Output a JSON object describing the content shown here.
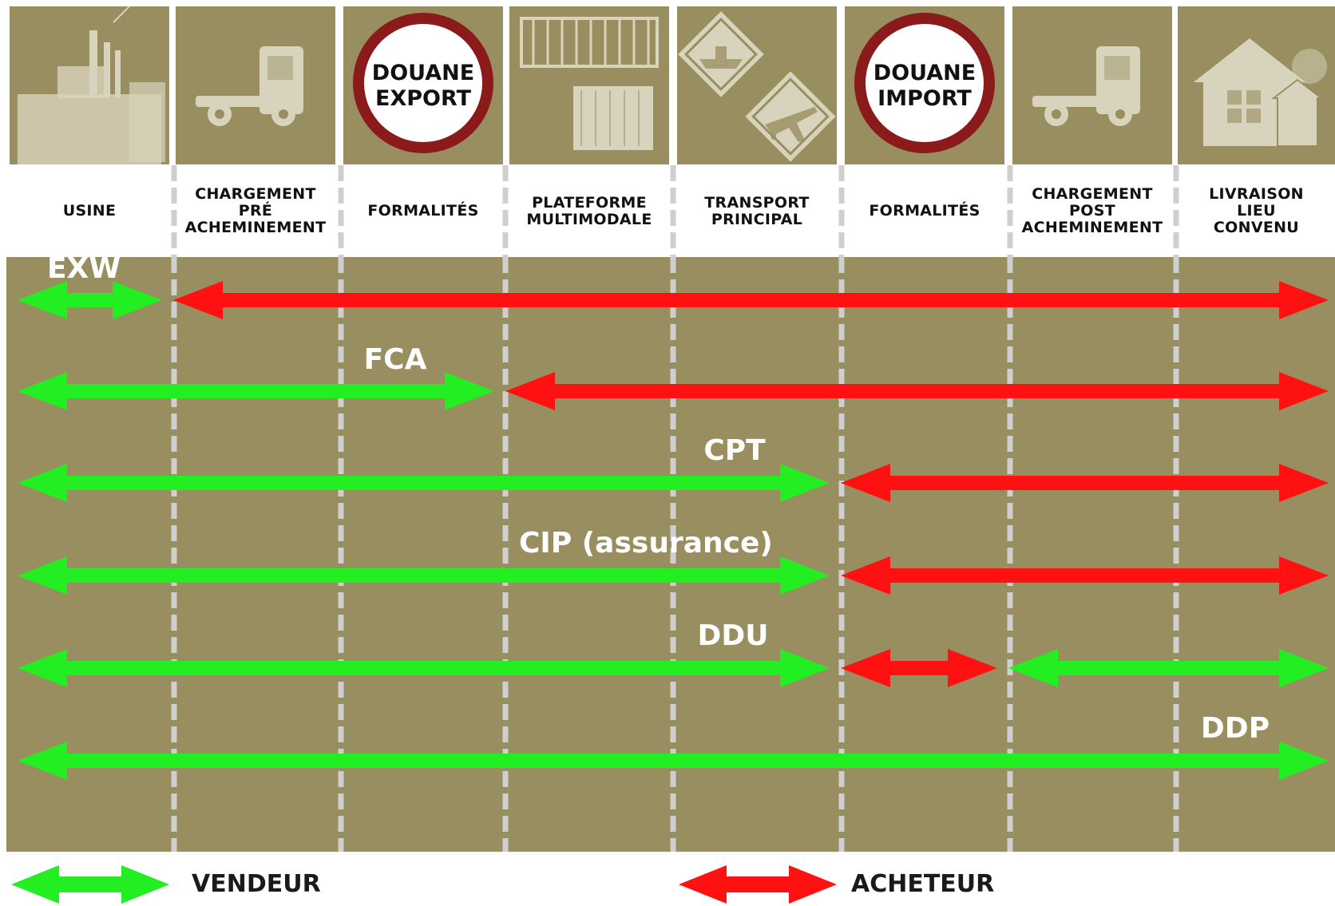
{
  "colors": {
    "panel": "#998e5f",
    "seller": "#22ee22",
    "buyer": "#ff1111",
    "divider": "#cfcfcf",
    "icon": "#d8d3bc"
  },
  "columns": [
    {
      "label": "USINE",
      "icon": "factory-icon"
    },
    {
      "label": "CHARGEMENT\nPRÉ\nACHEMINEMENT",
      "icon": "truck-icon"
    },
    {
      "label": "FORMALITÉS",
      "icon": "customs-export-sign",
      "sign": "DOUANE\nEXPORT"
    },
    {
      "label": "PLATEFORME\nMULTIMODALE",
      "icon": "container-icon"
    },
    {
      "label": "TRANSPORT\nPRINCIPAL",
      "icon": "ship-plane-icon"
    },
    {
      "label": "FORMALITÉS",
      "icon": "customs-import-sign",
      "sign": "DOUANE\nIMPORT"
    },
    {
      "label": "CHARGEMENT\nPOST\nACHEMINEMENT",
      "icon": "truck-icon"
    },
    {
      "label": "LIVRAISON\nLIEU\nCONVENU",
      "icon": "house-icon"
    }
  ],
  "signs": {
    "export": [
      "DOUANE",
      "EXPORT"
    ],
    "import": [
      "DOUANE",
      "IMPORT"
    ]
  },
  "incoterms": [
    {
      "term": "EXW",
      "segments": [
        {
          "party": "seller",
          "from": 0,
          "to": 1
        },
        {
          "party": "buyer",
          "from": 1,
          "to": 8
        }
      ]
    },
    {
      "term": "FCA",
      "segments": [
        {
          "party": "seller",
          "from": 0,
          "to": 3
        },
        {
          "party": "buyer",
          "from": 3,
          "to": 8
        }
      ]
    },
    {
      "term": "CPT",
      "segments": [
        {
          "party": "seller",
          "from": 0,
          "to": 5
        },
        {
          "party": "buyer",
          "from": 5,
          "to": 8
        }
      ]
    },
    {
      "term": "CIP (assurance)",
      "segments": [
        {
          "party": "seller",
          "from": 0,
          "to": 5
        },
        {
          "party": "buyer",
          "from": 5,
          "to": 8
        }
      ]
    },
    {
      "term": "DDU",
      "segments": [
        {
          "party": "seller",
          "from": 0,
          "to": 5
        },
        {
          "party": "buyer",
          "from": 5,
          "to": 6
        },
        {
          "party": "seller",
          "from": 6,
          "to": 8
        }
      ]
    },
    {
      "term": "DDP",
      "segments": [
        {
          "party": "seller",
          "from": 0,
          "to": 8
        }
      ]
    }
  ],
  "legend": {
    "seller": "VENDEUR",
    "buyer": "ACHETEUR"
  }
}
